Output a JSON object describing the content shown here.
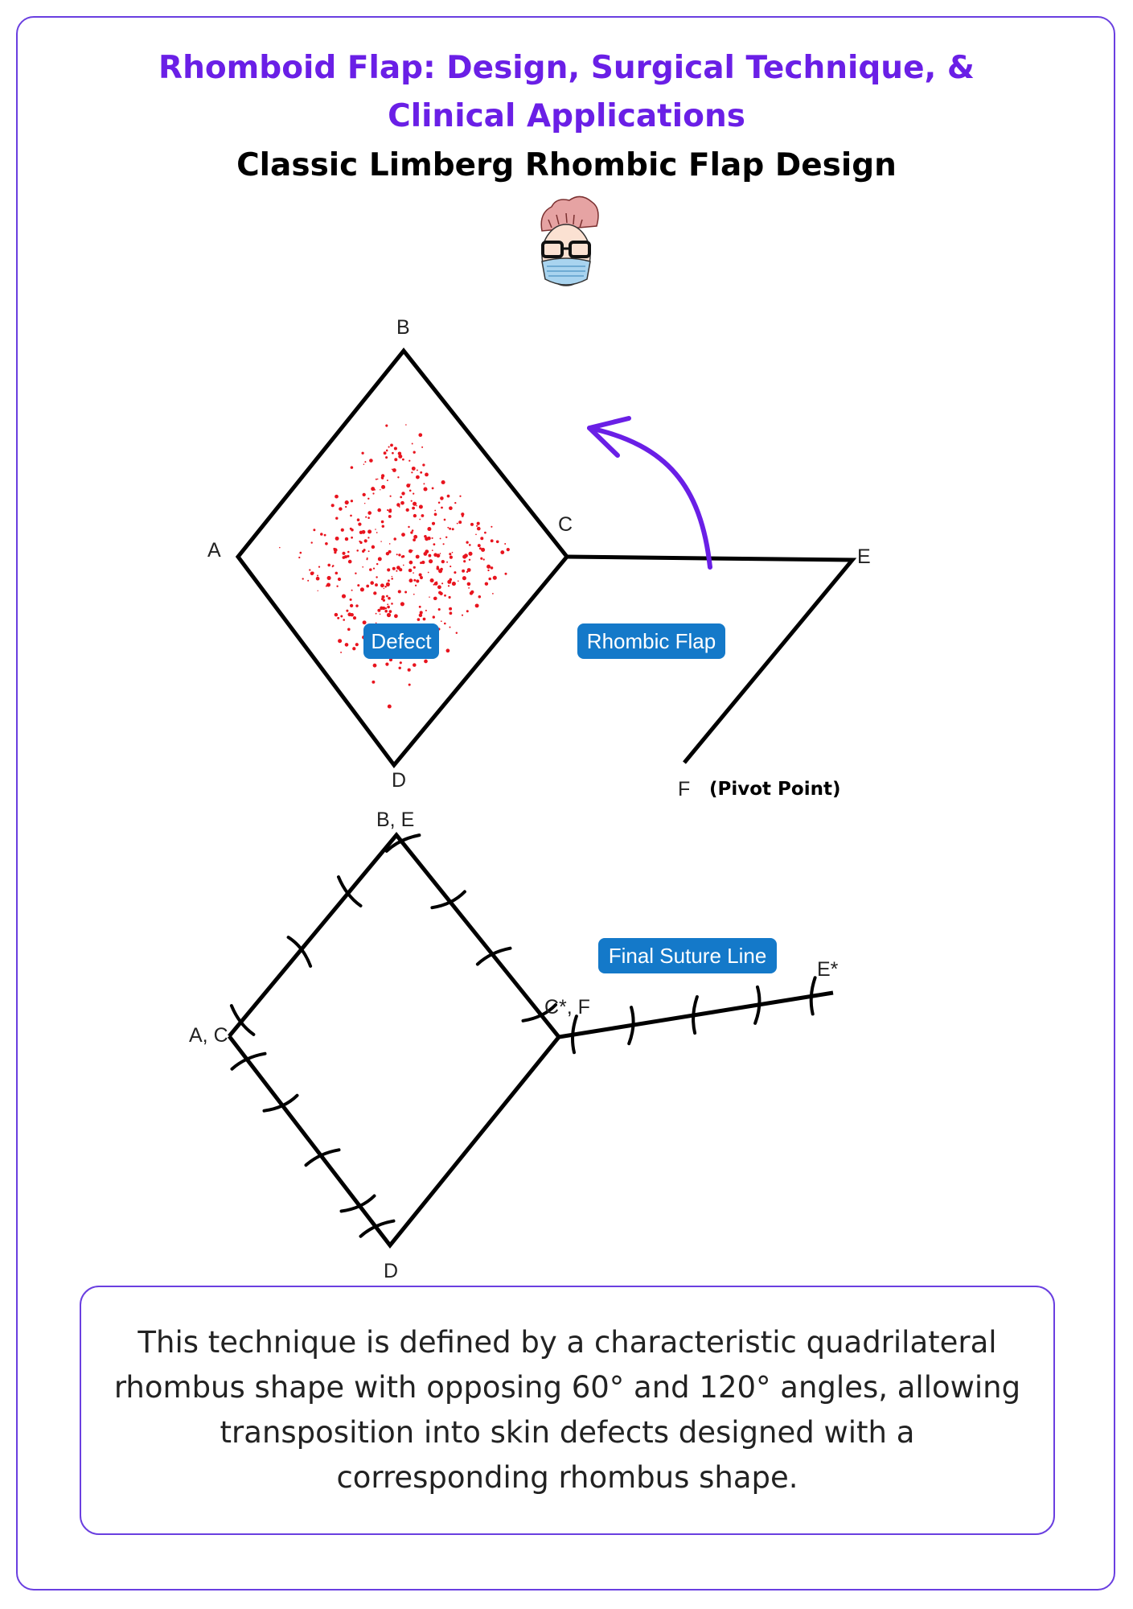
{
  "title": {
    "line1": "Rhomboid Flap: Design, Surgical Technique, &",
    "line2": "Clinical Applications",
    "subtitle": "Classic Limberg Rhombic Flap Design"
  },
  "colors": {
    "accent": "#6a1fe6",
    "frame": "#6a3fe0",
    "pill": "#1479c9",
    "defect_dots": "#e8141e"
  },
  "icons": [
    "doctor-avatar-icon",
    "rotation-arrow-icon"
  ],
  "design_diagram": {
    "points": {
      "a": "A",
      "b": "B",
      "c": "C",
      "d": "D",
      "e": "E",
      "f": "F"
    },
    "pivot_label": "(Pivot Point)",
    "defect_label": "Defect",
    "flap_label": "Rhombic Flap"
  },
  "final_diagram": {
    "points": {
      "be": "B, E",
      "ac": "A, C",
      "cf": "C*, F",
      "d": "D",
      "e_star": "E*"
    },
    "suture_label": "Final Suture Line"
  },
  "caption": "This technique is defined by a characteristic quadrilateral rhombus shape with opposing 60° and 120° angles, allowing transposition into skin defects designed with a corresponding rhombus shape."
}
